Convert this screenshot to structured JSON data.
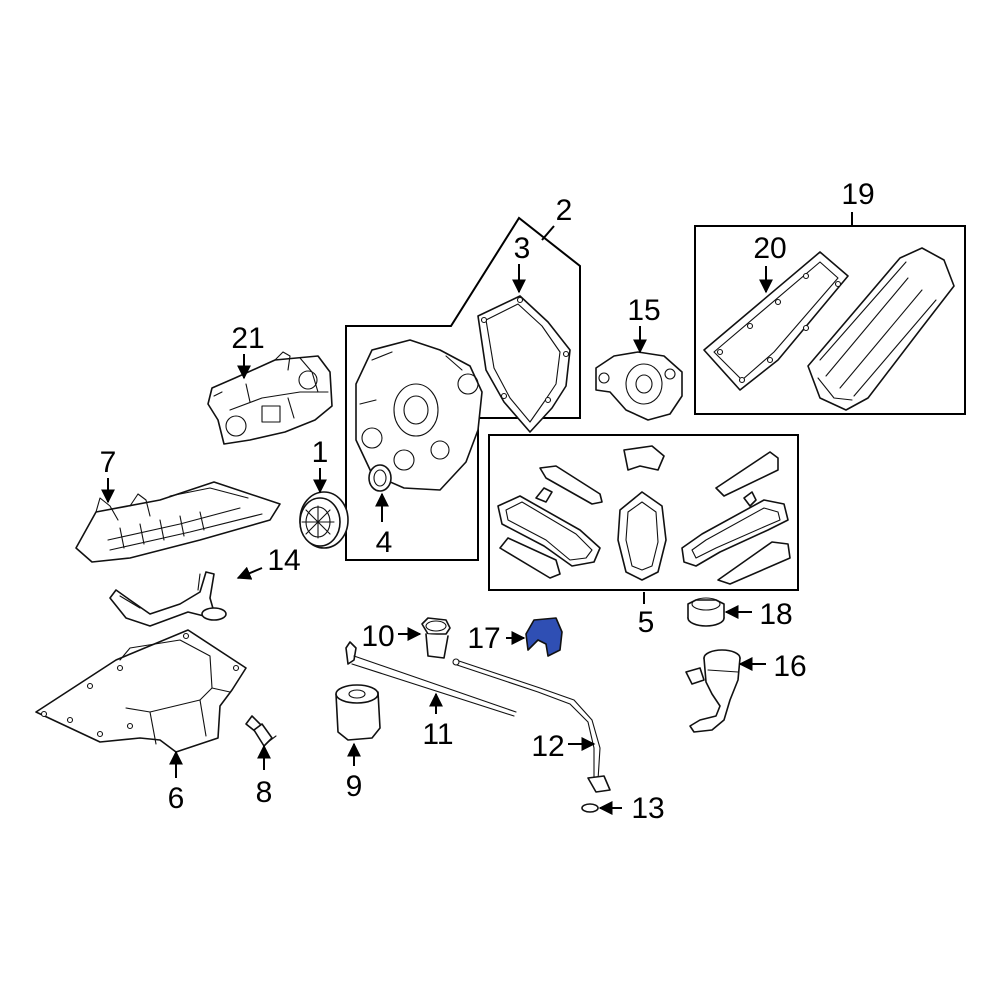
{
  "highlight_color": "#2f4fb4",
  "callouts": {
    "n1": "1",
    "n2": "2",
    "n3": "3",
    "n4": "4",
    "n5": "5",
    "n6": "6",
    "n7": "7",
    "n8": "8",
    "n9": "9",
    "n10": "10",
    "n11": "11",
    "n12": "12",
    "n13": "13",
    "n14": "14",
    "n15": "15",
    "n16": "16",
    "n17": "17",
    "n18": "18",
    "n19": "19",
    "n20": "20",
    "n21": "21"
  }
}
